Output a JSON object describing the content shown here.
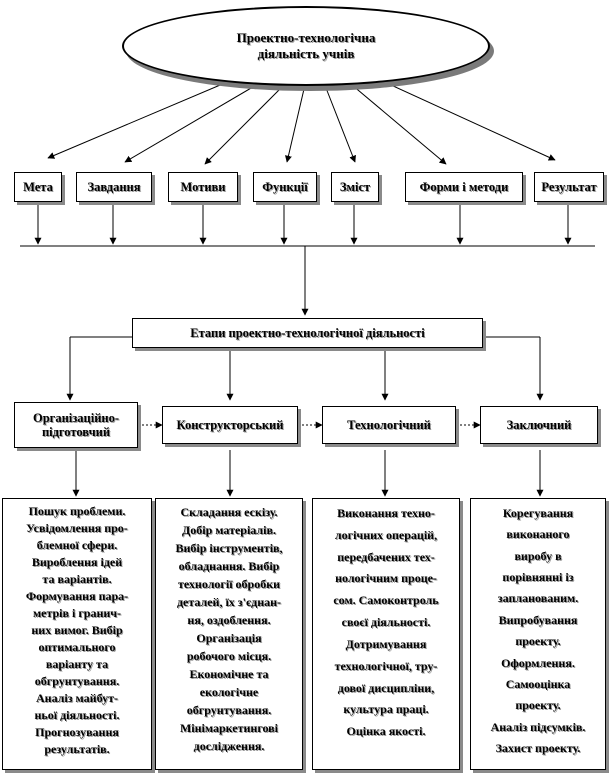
{
  "root": {
    "line1": "Проектно-технологічна",
    "line2": "діяльність учнів"
  },
  "aspects": [
    {
      "label": "Мета"
    },
    {
      "label": "Завдання"
    },
    {
      "label": "Мотиви"
    },
    {
      "label": "Функції"
    },
    {
      "label": "Зміст"
    },
    {
      "label": "Форми і методи"
    },
    {
      "label": "Результат"
    }
  ],
  "stages_title": "Етапи проектно-технологічної діяльності",
  "stages": [
    {
      "label_line1": "Організаційно-",
      "label_line2": "підготовчий",
      "lines": [
        "Пошук проблеми.",
        "Усвідомлення про-",
        "блемної сфери.",
        "Вироблення ідей",
        "та варіантів.",
        "Формування пара-",
        "метрів і гранич-",
        "них вимог. Вибір",
        "оптимального",
        "варіанту та",
        "обгрунтування.",
        "Аналіз майбут-",
        "ньої діяльності.",
        "Прогнозування",
        "результатів."
      ]
    },
    {
      "label_line1": "Конструкторський",
      "label_line2": "",
      "lines": [
        "Складання ескізу.",
        "Добір матеріалів.",
        "Вибір інструментів,",
        "обладнання. Вибір",
        "технології обробки",
        "деталей, їх з'єднан-",
        "ня, оздоблення.",
        "Організація",
        "робочого місця.",
        "Економічне та",
        "екологічне",
        "обгрунтування.",
        "Мінімаркетингові",
        "дослідження."
      ]
    },
    {
      "label_line1": "Технологічний",
      "label_line2": "",
      "lines": [
        "Виконання техно-",
        "логічних операцій,",
        "передбачених тех-",
        "нологічним проце-",
        "сом. Самоконтроль",
        "своєї діяльності.",
        "Дотримування",
        "технологічної, тру-",
        "дової дисципліни,",
        "культура праці.",
        "Оцінка якості."
      ]
    },
    {
      "label_line1": "Заключний",
      "label_line2": "",
      "lines": [
        "Корегування",
        "виконаного",
        "виробу в",
        "порівнянні із",
        "запланованим.",
        "Випробування",
        "проекту.",
        "Оформлення.",
        "Самооцінка",
        "проекту.",
        "Аналіз підсумків.",
        "Захист проекту."
      ]
    }
  ]
}
